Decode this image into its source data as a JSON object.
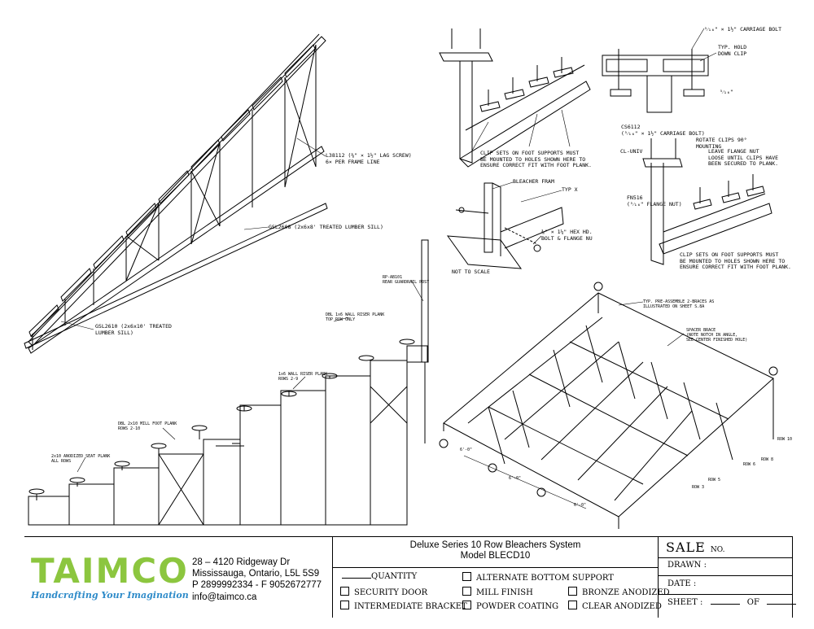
{
  "colors": {
    "logo_green": "#8cc63f",
    "logo_blue": "#2e8bc9",
    "line": "#000000"
  },
  "labels": {
    "lag_screw": "L38112 (⅜\" × 1½\" LAG SCREW)\n6× PER FRAME LINE",
    "gsl2608": "GSL2608 (2x6x8' TREATED LUMBER SILL)",
    "gsl2610": "GSL2610 (2x6x10' TREATED\nLUMBER SILL)",
    "carriage_bolt": "⁵⁄₁₆\" × 1½\" CARRIAGE BOLT",
    "hold_down_clip": "TYP. HOLD\nDOWN CLIP",
    "five_sixteenth": "⁵⁄₁₆\"",
    "clip_sets_1": "CLIP SETS ON FOOT SUPPORTS MUST\nBE MOUNTED TO HOLES SHOWN HERE TO\nENSURE CORRECT FIT WITH FOOT PLANK.",
    "cs6112": "CS6112\n(⁵⁄₁₆\" × 1½\" CARRIAGE BOLT)",
    "rotate_clips": "ROTATE CLIPS 90°\nMOUNTING",
    "cl_univ": "CL-UNIV",
    "leave_flange": "LEAVE FLANGE NUT\nLOOSE UNTIL CLIPS HAVE\nBEEN SECURED TO PLANK.",
    "fn516": "FN516\n(⁵⁄₁₆\" FLANGE NUT)",
    "clip_sets_2": "CLIP SETS ON FOOT SUPPORTS MUST\nBE MOUNTED TO HOLES SHOWN HERE TO\nENSURE CORRECT FIT WITH FOOT PLANK.",
    "bleacher_frame": "BLEACHER FRAM",
    "typ_x": "TYP X",
    "hex_bolt": "⅜\" × 1¼\" HEX HD.\nBOLT & FLANGE NU",
    "not_to_scale": "NOT TO SCALE",
    "rear_guard": "RP-AB101\nREAR GUARDRAIL POST",
    "dbl_1x6": "DBL 1x6 WALL RISER PLANK\nTOP ROW ONLY",
    "riser_rows": "1x6 WALL RISER PLANK\nROWS 2-9",
    "dbl_2x10": "DBL 2x10 MILL FOOT PLANK\nROWS 2-10",
    "seat_plank": "2x10 ANODIZED SEAT PLANK\nALL ROWS",
    "pre_assemble": "TYP. PRE-ASSEMBLE 2-BRACES AS\nILLUSTRATED ON SHEET S.8A",
    "spacer_brace": "SPACER BRACE\n(NOTE NOTCH IN ANGLE,\nSEE CENTER FINISHED HOLE)",
    "row10": "ROW 10",
    "row8": "ROW 8",
    "row6": "ROW 6",
    "row5": "ROW 5",
    "row3": "ROW 3",
    "dim1": "6'-0\"",
    "dim2": "6'-0\"",
    "dim3": "6'-0\""
  },
  "company": {
    "logo": "TAIMCO",
    "tagline": "Handcrafting Your Imagination",
    "address1": "28 – 4120 Ridgeway Dr",
    "address2": "Mississauga, Ontario, L5L 5S9",
    "phone": "P 2899992334 - F 9052672777",
    "email": "info@taimco.ca"
  },
  "title": {
    "line1": "Deluxe Series 10 Row Bleachers System",
    "line2": "Model BLECD10"
  },
  "options": {
    "quantity": "QUANTITY",
    "security_door": "SECURITY DOOR",
    "intermediate_bracket": "INTERMEDIATE BRACKET",
    "alternate_bottom": "ALTERNATE BOTTOM SUPPORT",
    "mill_finish": "MILL FINISH",
    "powder_coating": "POWDER COATING",
    "bronze_anodized": "BRONZE ANODIZED",
    "clear_anodized": "CLEAR ANODIZED"
  },
  "sheet": {
    "sale": "SALE",
    "no": "NO.",
    "drawn": "DRAWN :",
    "date": "DATE :",
    "sheet": "SHEET :",
    "of": "OF"
  }
}
